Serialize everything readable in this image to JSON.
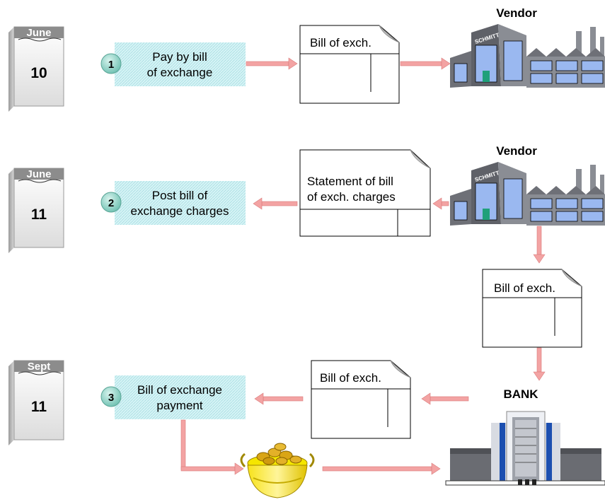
{
  "calendars": [
    {
      "month": "June",
      "day": "10"
    },
    {
      "month": "June",
      "day": "11"
    },
    {
      "month": "Sept",
      "day": "11"
    }
  ],
  "steps": [
    {
      "number": "1",
      "lines": [
        "Pay by bill",
        "of exchange"
      ]
    },
    {
      "number": "2",
      "lines": [
        "Post bill of",
        "exchange charges"
      ]
    },
    {
      "number": "3",
      "lines": [
        "Bill of exchange",
        "payment"
      ]
    }
  ],
  "documents": [
    {
      "lines": [
        "Bill of exch."
      ]
    },
    {
      "lines": [
        "Statement of bill",
        "of exch. charges"
      ]
    },
    {
      "lines": [
        "Bill of exch."
      ]
    },
    {
      "lines": [
        "Bill of exch."
      ]
    }
  ],
  "vendors": [
    {
      "title": "Vendor",
      "sign": "SCHMITT"
    },
    {
      "title": "Vendor",
      "sign": "SCHMITT"
    }
  ],
  "bank": {
    "title": "BANK"
  },
  "colors": {
    "arrow": "#f3a3a3",
    "arrow_edge": "#d97b7b",
    "step_box": "#d6f4f6",
    "badge": "#8fd3c6",
    "building": "#8a8d94",
    "window": "#9ab8f0",
    "gold": "#f2d600"
  }
}
